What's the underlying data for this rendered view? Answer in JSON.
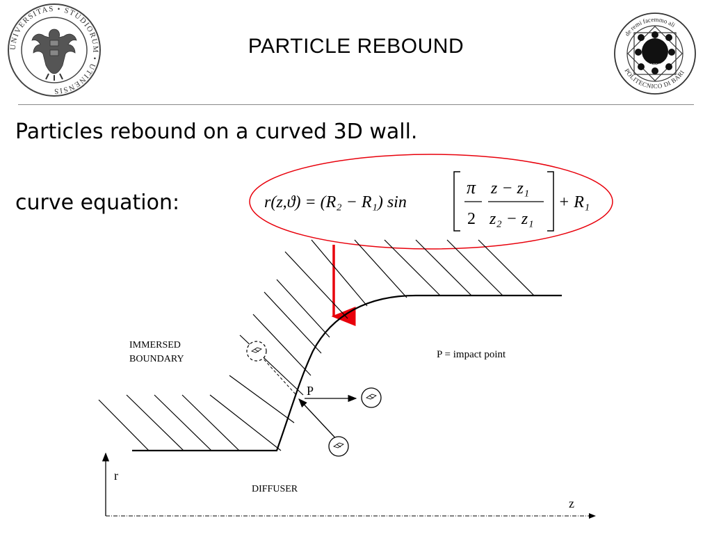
{
  "slide": {
    "title": "PARTICLE REBOUND",
    "line1": "Particles rebound on a curved 3D wall.",
    "line2": "curve equation:"
  },
  "formula": {
    "lhs": "r(z,ϑ) = (R₂ − R₁) sin",
    "frac1_num": "π",
    "frac1_den": "2",
    "frac2_num": "z − z₁",
    "frac2_den": "z₂ − z₁",
    "rhs": "+ R₁"
  },
  "logos": {
    "left_ring_text": "UNIVERSITAS • STUDIORUM • UTINENSIS",
    "right_ring_top": "de remi facemmo ali",
    "right_ring_bottom": "POLITECNICO DI BARI",
    "right_year": "1990"
  },
  "diagram": {
    "immersed_1": "IMMERSED",
    "immersed_2": "BOUNDARY",
    "impact_note": "P = impact point",
    "p_label": "P",
    "r_label": "r",
    "z_label": "z",
    "diffuser": "DIFFUSER"
  },
  "colors": {
    "highlight": "#e8000b",
    "ink": "#000000"
  }
}
